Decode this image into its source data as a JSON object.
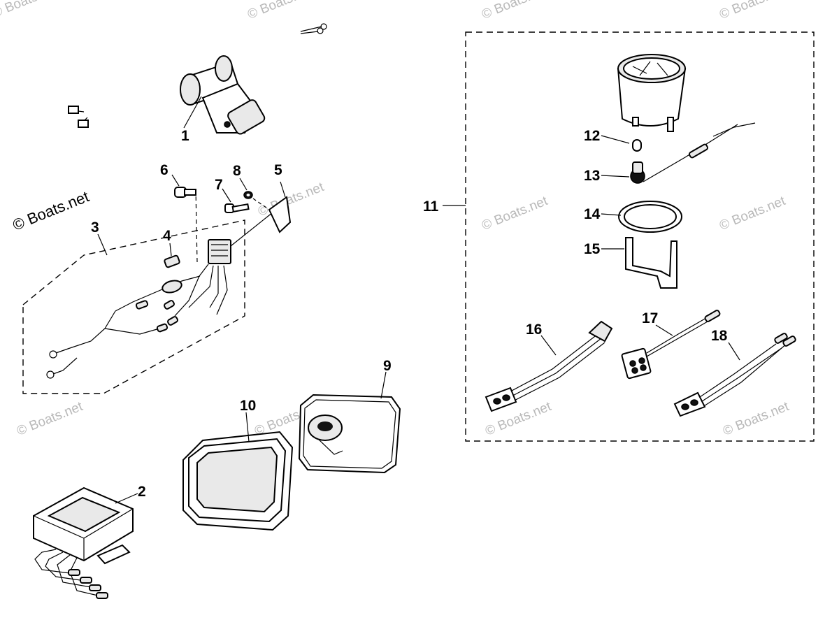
{
  "watermark": {
    "main": "© Boats.net",
    "faint": "© Boats.net"
  },
  "callouts": {
    "p1": "1",
    "p2": "2",
    "p3": "3",
    "p4": "4",
    "p5": "5",
    "p6": "6",
    "p7": "7",
    "p8": "8",
    "p9": "9",
    "p10": "10",
    "p11": "11",
    "p12": "12",
    "p13": "13",
    "p14": "14",
    "p15": "15",
    "p16": "16",
    "p17": "17",
    "p18": "18"
  }
}
